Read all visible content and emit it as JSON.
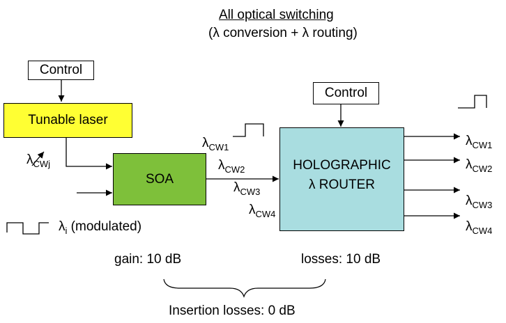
{
  "title": {
    "line1": "All optical switching",
    "line2": "(λ conversion + λ routing)"
  },
  "control_left": "Control",
  "control_right": "Control",
  "tunable_laser": "Tunable laser",
  "soa": "SOA",
  "router": {
    "line1": "HOLOGRAPHIC",
    "line2": "λ ROUTER"
  },
  "lambda_cwj": {
    "symbol": "λ",
    "sub": "CWj"
  },
  "lambda_i": {
    "symbol": "λ",
    "sub": "i",
    "suffix": " (modulated)"
  },
  "mid_lambdas": [
    {
      "symbol": "λ",
      "sub": "CW1"
    },
    {
      "symbol": "λ",
      "sub": "CW2"
    },
    {
      "symbol": "λ",
      "sub": "CW3"
    },
    {
      "symbol": "λ",
      "sub": "CW4"
    }
  ],
  "out_lambdas": [
    {
      "symbol": "λ",
      "sub": "CW1"
    },
    {
      "symbol": "λ",
      "sub": "CW2"
    },
    {
      "symbol": "λ",
      "sub": "CW3"
    },
    {
      "symbol": "λ",
      "sub": "CW4"
    }
  ],
  "gain": "gain: 10 dB",
  "losses": "losses: 10 dB",
  "insertion": "Insertion losses: 0 dB",
  "colors": {
    "laser": "#ffff33",
    "soa": "#7ec03a",
    "router": "#a9dde0"
  }
}
